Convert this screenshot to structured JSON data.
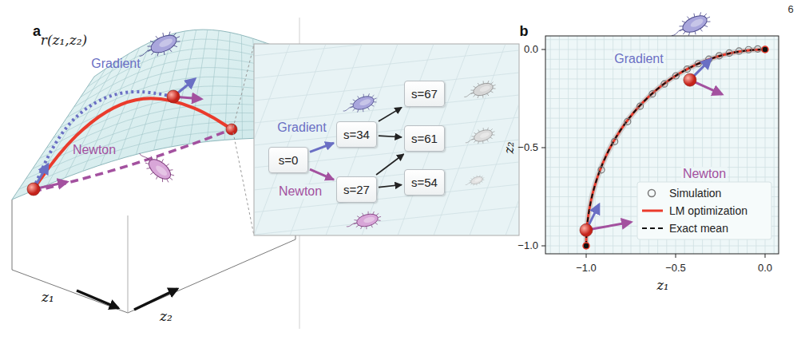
{
  "diagram": {
    "nodes": [
      {
        "text": [
          "s=0"
        ]
      },
      {
        "text": [
          "s=34"
        ]
      },
      {
        "text": [
          "s=27"
        ]
      },
      {
        "text": [
          "s=67"
        ]
      },
      {
        "text": [
          "s=61"
        ]
      },
      {
        "text": [
          "s=54"
        ]
      }
    ],
    "edges": [
      {
        "from": 0,
        "to": 1,
        "label": "Gradient",
        "arrow": "to"
      },
      {
        "from": 0,
        "to": 2,
        "label": "Newton",
        "arrow": "to"
      },
      {
        "from": 1,
        "to": 3,
        "arrow": "to"
      },
      {
        "from": 1,
        "to": 4,
        "arrow": "to"
      },
      {
        "from": 2,
        "to": 4,
        "arrow": "to"
      },
      {
        "from": 2,
        "to": 5,
        "arrow": "to"
      }
    ],
    "labels": [
      "6",
      "a",
      "r(z₁,z₂)",
      "Gradient",
      "Newton",
      "z₁",
      "z₂",
      "b",
      "Gradient",
      "Newton",
      "0.0",
      "−0.5",
      "−1.0",
      "−1.0",
      "−0.5",
      "0.0",
      "z₁",
      "z₂"
    ],
    "legend": [
      {
        "text": "Simulation"
      },
      {
        "text": "LM optimization"
      },
      {
        "text": "Exact mean"
      }
    ]
  }
}
